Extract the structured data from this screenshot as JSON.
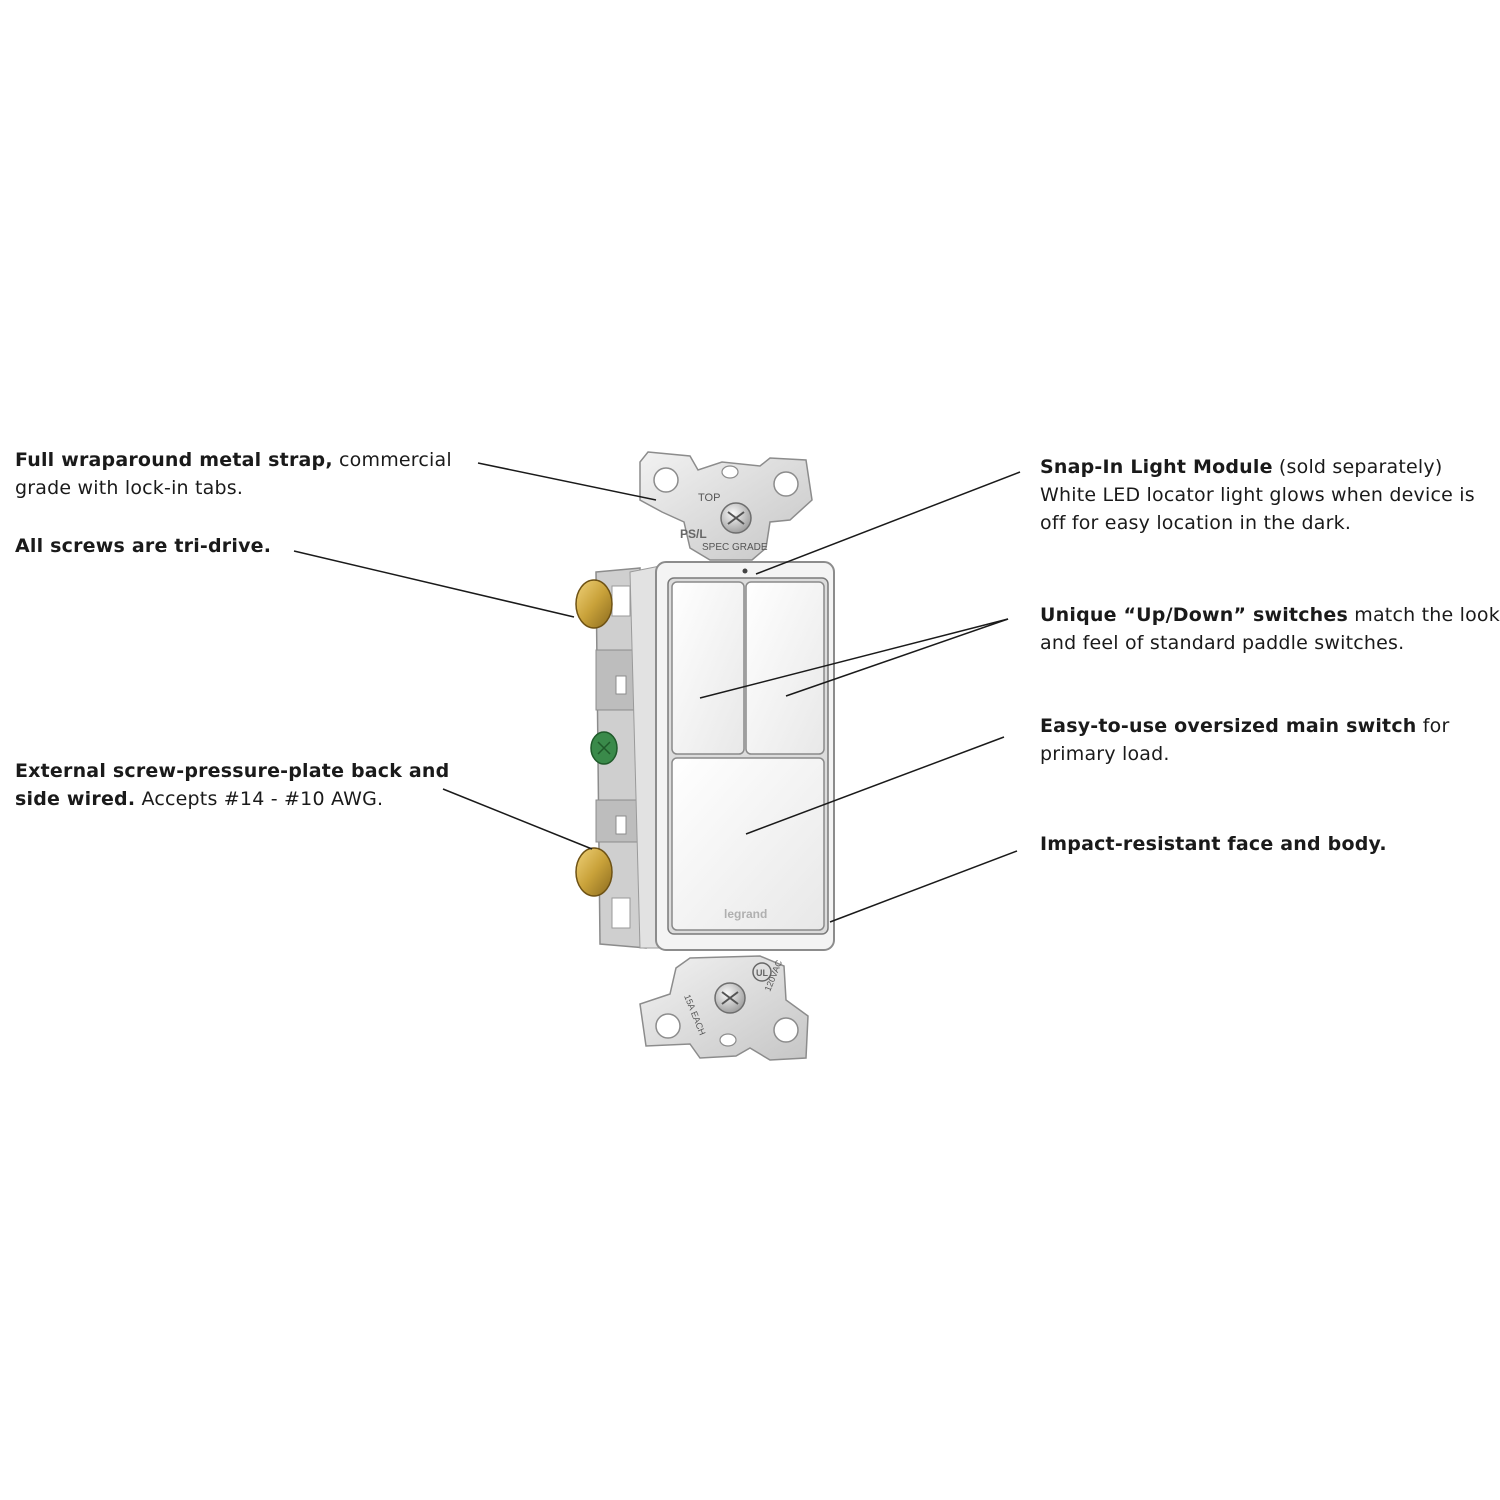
{
  "callouts": {
    "strap": {
      "bold": "Full wraparound metal strap,",
      "rest": " commercial grade with lock-in tabs."
    },
    "screws": {
      "bold": "All screws are tri-drive.",
      "rest": ""
    },
    "pressure": {
      "bold": "External screw-pressure-plate back and side wired.",
      "rest": " Accepts #14 - #10 AWG."
    },
    "light": {
      "bold": "Snap-In Light Module",
      "rest": " (sold separately) White LED locator light glows when device is off for easy location in the dark."
    },
    "updown": {
      "bold": "Unique “Up/Down” switches",
      "rest": " match the look and feel of standard paddle switches."
    },
    "main": {
      "bold": "Easy-to-use oversized main switch",
      "rest": " for primary load."
    },
    "impact": {
      "bold": "Impact-resistant face and body.",
      "rest": ""
    }
  },
  "device_markings": {
    "top": "TOP",
    "ps_logo": "PS/L",
    "spec_grade": "SPEC GRADE",
    "brand": "legrand",
    "rating_amps": "15A EACH",
    "rating_volts": "120VAC",
    "ul_mark": "UL"
  },
  "colors": {
    "device_white": "#f4f4f4",
    "body_gray": "#c9c9c9",
    "strap_metal": "#dcdcdc",
    "brass": "#c9a23a",
    "ground_green": "#3a8a4a",
    "leader_line": "#1a1a1a"
  }
}
